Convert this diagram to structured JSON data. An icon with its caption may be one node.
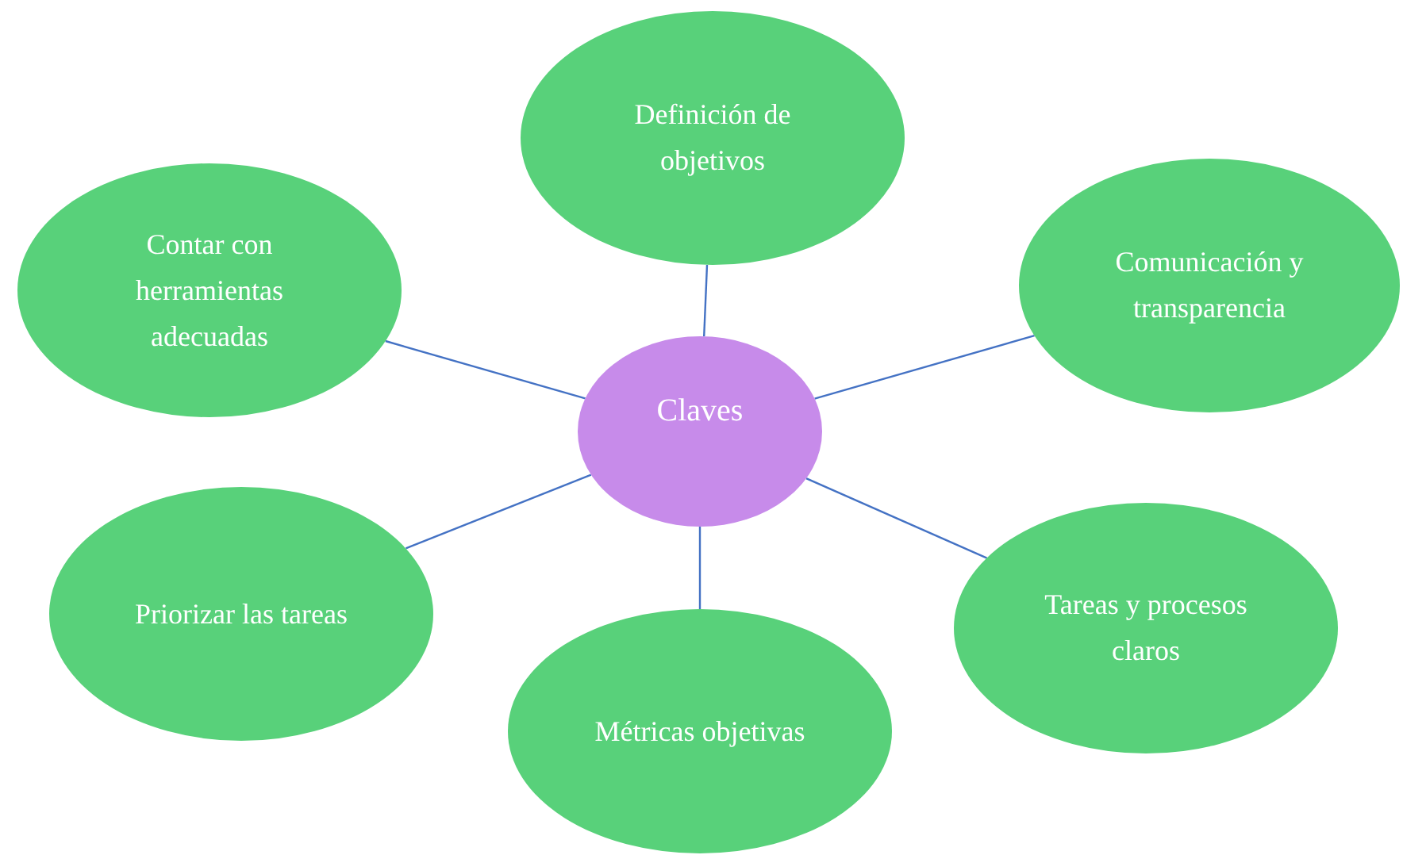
{
  "diagram": {
    "nodes": [
      {
        "text": [
          "Definición de objetivos"
        ]
      },
      {
        "text": [
          "Contar con herramientas adecuadas"
        ]
      },
      {
        "text": [
          "Comunicación y transparencia"
        ]
      },
      {
        "text": [
          "Claves"
        ]
      },
      {
        "text": [
          "Tareas y procesos claros"
        ]
      },
      {
        "text": [
          "Priorizar las tareas"
        ]
      },
      {
        "text": [
          "Métricas objetivas"
        ]
      }
    ],
    "edges": [
      {
        "from": 3,
        "to": 0,
        "arrow": "none"
      },
      {
        "from": 3,
        "to": 1,
        "arrow": "none"
      },
      {
        "from": 3,
        "to": 2,
        "arrow": "none"
      },
      {
        "from": 3,
        "to": 4,
        "arrow": "none"
      },
      {
        "from": 3,
        "to": 5,
        "arrow": "none"
      },
      {
        "from": 3,
        "to": 6,
        "arrow": "none"
      }
    ]
  }
}
